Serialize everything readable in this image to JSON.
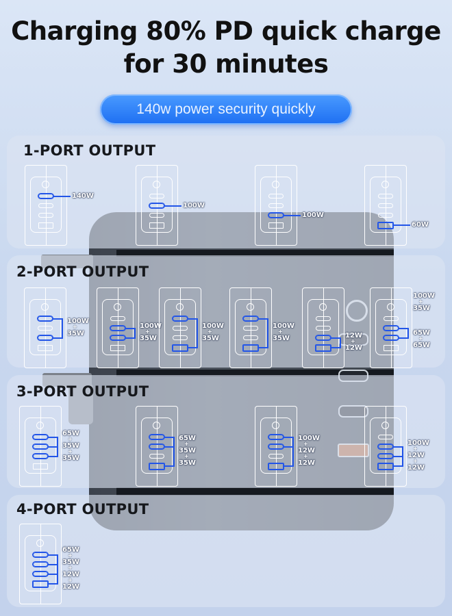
{
  "headline": {
    "line1": "Charging 80% PD quick charge",
    "line2": "for 30 minutes"
  },
  "pill": {
    "text": "140w power security quickly"
  },
  "sections": [
    {
      "title": "1-PORT OUTPUT"
    },
    {
      "title": "2-PORT OUTPUT"
    },
    {
      "title": "3-PORT OUTPUT"
    },
    {
      "title": "4-PORT OUTPUT"
    }
  ],
  "colors": {
    "accent": "#2255e8",
    "pill": "#1e6ff2",
    "charger": "#454b54"
  },
  "configs": [
    {
      "section": 0,
      "active": [
        "c1"
      ],
      "labels": [
        "140W"
      ]
    },
    {
      "section": 0,
      "active": [
        "c2"
      ],
      "labels": [
        "100W"
      ]
    },
    {
      "section": 0,
      "active": [
        "c3"
      ],
      "labels": [
        "100W"
      ]
    },
    {
      "section": 0,
      "active": [
        "a"
      ],
      "labels": [
        "60W"
      ]
    },
    {
      "section": 1,
      "active": [
        "c1",
        "c3"
      ],
      "labels": [
        "100W",
        "35W"
      ]
    },
    {
      "section": 1,
      "active": [
        "c2",
        "c3"
      ],
      "labels": [
        "100W",
        "35W"
      ]
    },
    {
      "section": 1,
      "active": [
        "c1",
        "a"
      ],
      "labels": [
        "100W",
        "35W"
      ]
    },
    {
      "section": 1,
      "active": [
        "c1",
        "a"
      ],
      "labels": [
        "100W",
        "35W"
      ]
    },
    {
      "section": 1,
      "active": [
        "c3",
        "a"
      ],
      "labels": [
        "12W",
        "12W"
      ]
    },
    {
      "section": 1,
      "active": [
        "c2",
        "c3"
      ],
      "labels": [
        "100W",
        "35W",
        "65W",
        "65W"
      ]
    },
    {
      "section": 2,
      "active": [
        "c1",
        "c2",
        "c3"
      ],
      "labels": [
        "65W",
        "35W",
        "35W"
      ]
    },
    {
      "section": 2,
      "active": [
        "c1",
        "c2",
        "a"
      ],
      "labels": [
        "65W",
        "35W",
        "35W"
      ]
    },
    {
      "section": 2,
      "active": [
        "c1",
        "c2",
        "a"
      ],
      "labels": [
        "100W",
        "12W",
        "12W"
      ]
    },
    {
      "section": 2,
      "active": [
        "c2",
        "c3",
        "a"
      ],
      "labels": [
        "100W",
        "12W",
        "12W"
      ]
    },
    {
      "section": 3,
      "active": [
        "c1",
        "c2",
        "c3",
        "a"
      ],
      "labels": [
        "65W",
        "35W",
        "12W",
        "12W"
      ]
    }
  ]
}
